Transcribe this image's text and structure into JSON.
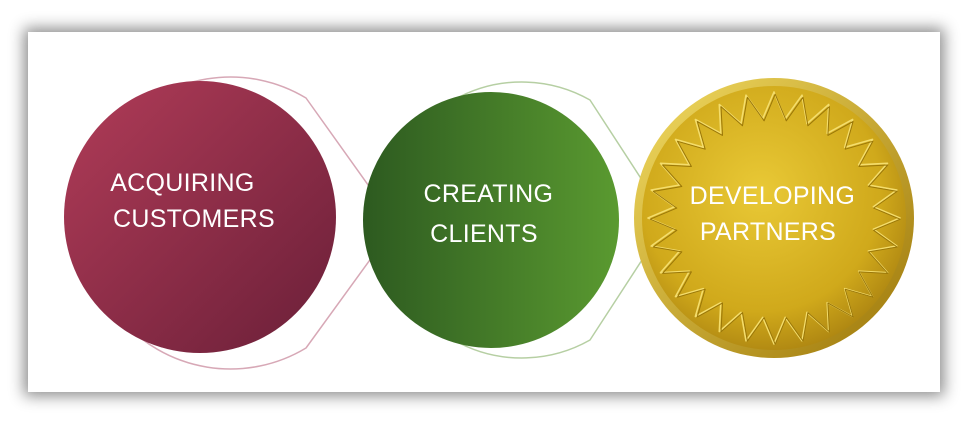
{
  "steps": [
    {
      "line1": "ACQUIRING",
      "line2": "CUSTOMERS",
      "color": "#8a2a45"
    },
    {
      "line1": "CREATING",
      "line2": "CLIENTS",
      "color": "#3f7a2b"
    },
    {
      "line1": "DEVELOPING",
      "line2": "PARTNERS",
      "color": "#c9a216"
    }
  ],
  "colors": {
    "burgundy_light": "#a8344f",
    "burgundy_dark": "#6a1f38",
    "green_light": "#58952e",
    "green_dark": "#2d5a20",
    "gold_light": "#e3c22a",
    "gold_dark": "#a88010",
    "outline_burgundy": "#d7a8b6",
    "outline_green": "#b6cfa3"
  }
}
